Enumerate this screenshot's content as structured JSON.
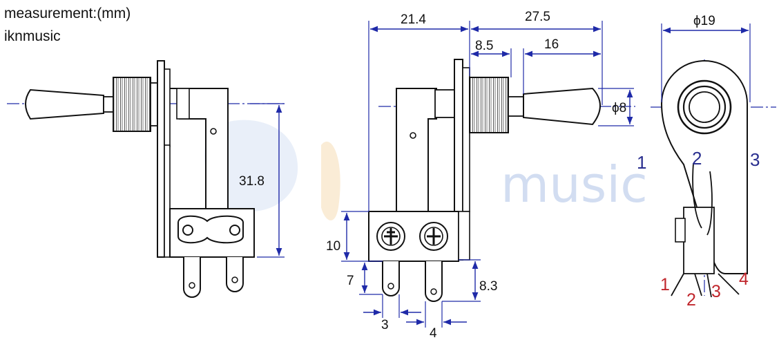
{
  "header": {
    "unit_note": "measurement:(mm)",
    "brand": "iknmusic"
  },
  "watermark": {
    "text": "music"
  },
  "left_view": {
    "height_label": "31.8"
  },
  "side_view": {
    "width_body": "21.4",
    "length_lever": "27.5",
    "thread_length": "8.5",
    "tip_length": "16",
    "tip_diameter": "ϕ8",
    "base_height": "10",
    "lug_height": "7",
    "lug_offset": "8.3",
    "lug_width": "3",
    "lug_spacing": "4"
  },
  "end_view": {
    "diameter": "ϕ19",
    "pin_labels_top": [
      "1",
      "2",
      "3"
    ],
    "pin_labels_bottom": [
      "1",
      "2",
      "3",
      "4"
    ],
    "colors": {
      "top_pins": "#2a2f8f",
      "bottom_pins": "#c0262c"
    }
  },
  "colors": {
    "dimension_line": "#1f2aa8",
    "outline": "#111111",
    "watermark": "#9db6e2"
  }
}
